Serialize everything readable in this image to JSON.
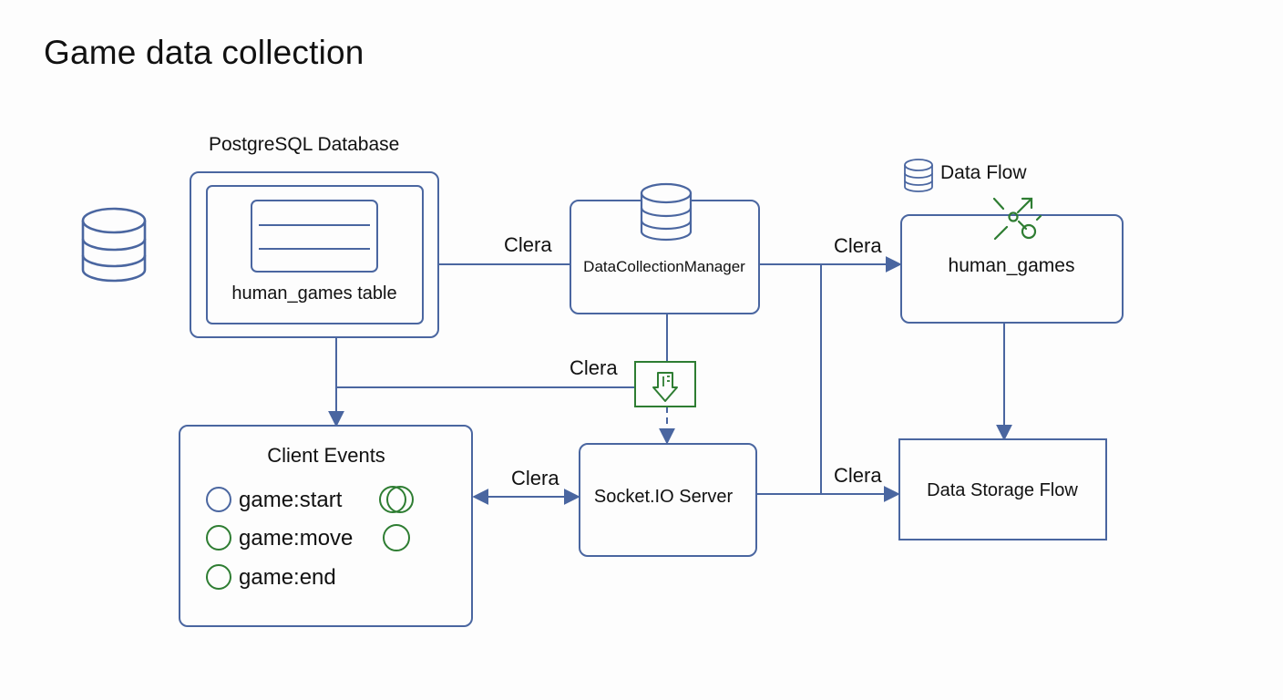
{
  "title": "Game data collection",
  "colors": {
    "line": "#4a66a0",
    "icon_blue": "#4a66a0",
    "icon_green": "#2e7d32",
    "text": "#111111",
    "background": "#fdfdfd"
  },
  "nodes": {
    "postgres": {
      "caption": "PostgreSQL Database",
      "table_label": "human_games table"
    },
    "manager": {
      "label": "DataCollectionManager"
    },
    "socket": {
      "label": "Socket.IO Server"
    },
    "client": {
      "title": "Client Events",
      "events": [
        {
          "label": "game:start",
          "icon": "circle-blue-icon"
        },
        {
          "label": "game:move",
          "icon": "circle-green-icon"
        },
        {
          "label": "game:end",
          "icon": "circle-green-icon"
        }
      ]
    },
    "human_games": {
      "label": "human_games",
      "caption": "Data Flow",
      "icon": "satellite-dish-icon"
    },
    "storage": {
      "label": "Data Storage Flow"
    }
  },
  "edges": {
    "postgres_to_manager": "Clera",
    "manager_to_human_games": "Clera",
    "manager_to_socket": "Clera",
    "client_to_socket": "Clera",
    "socket_to_storage": "Clera"
  },
  "icons": {
    "database_left": "database-icon",
    "database_manager": "database-icon",
    "database_data_flow": "database-icon",
    "download_badge": "download-icon"
  }
}
